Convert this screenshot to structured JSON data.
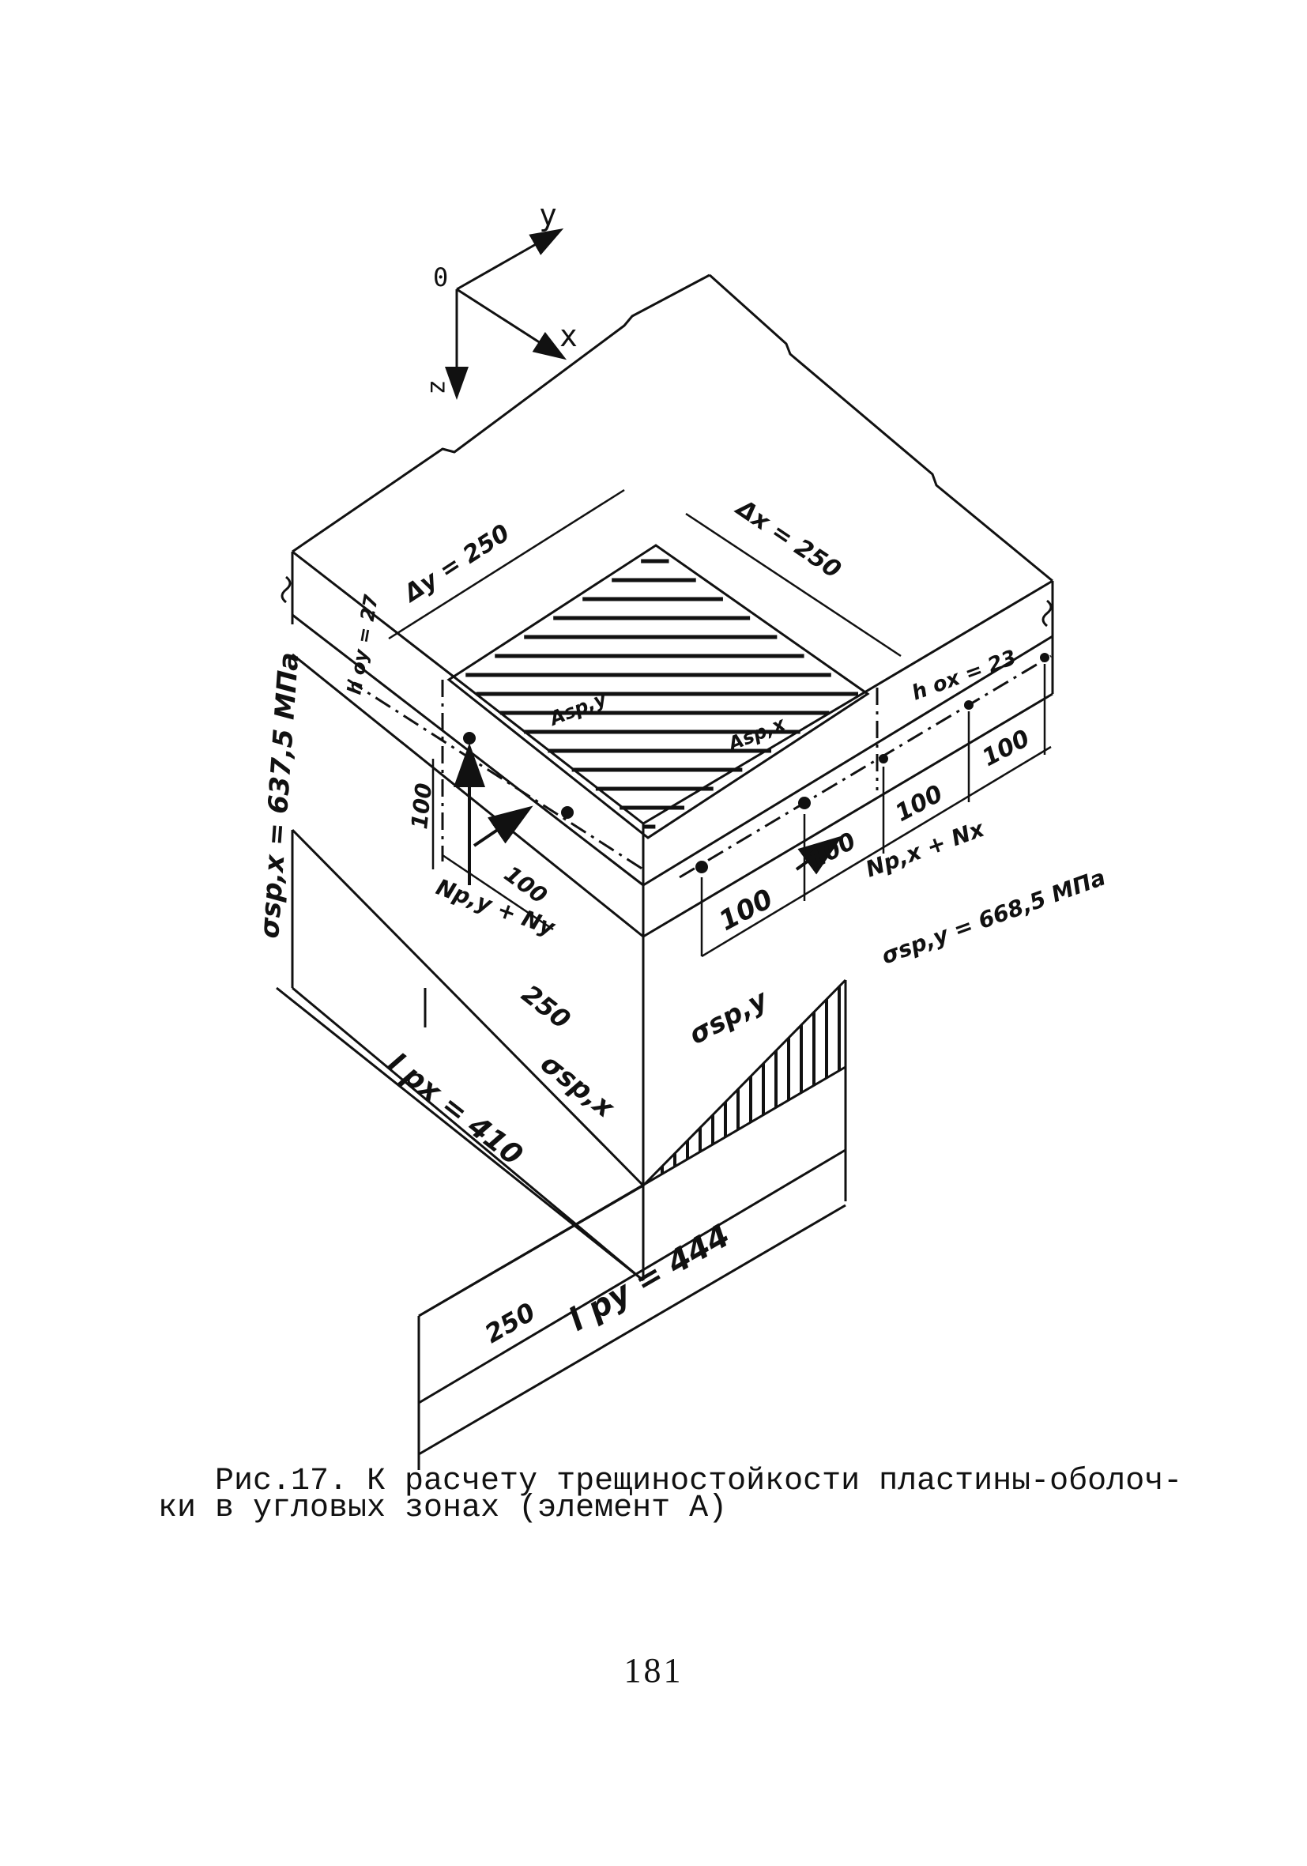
{
  "figure": {
    "axes": {
      "origin": "0",
      "x": "x",
      "y": "y",
      "z": "z"
    },
    "dimensions": {
      "delta_y": "Δy = 250",
      "delta_x": "Δx = 250",
      "h_oy": "h oy = 27",
      "h_ox": "h ox = 23",
      "sigma_sp_x_value": "σsp,x = 637,5 МПа",
      "sigma_sp_y_value": "σsp,y = 668,5 МПа",
      "a_sp_y": "Asp,y",
      "a_sp_x": "Asp,x",
      "force_y": "Np,y + Ny",
      "force_x": "Np,x + Nx",
      "sigma_sp_x": "σsp,x",
      "sigma_sp_y": "σsp,y",
      "l_px": "l px = 410",
      "l_py": "l py = 444",
      "len_250_left": "250",
      "len_250_bottom": "250",
      "dim_100_left_v": "100",
      "dim_100_left_h": "100",
      "dim_100_right_1": "100",
      "dim_100_right_2": "100",
      "dim_100_right_3": "100",
      "dim_100_right_4": "100"
    }
  },
  "caption": {
    "line1": "Рис.17. К расчету трещиностойкости пластины-оболоч-",
    "line2": "ки в угловых зонах (элемент А)"
  },
  "page_number": "181",
  "colors": {
    "ink": "#111111",
    "paper": "#ffffff"
  }
}
